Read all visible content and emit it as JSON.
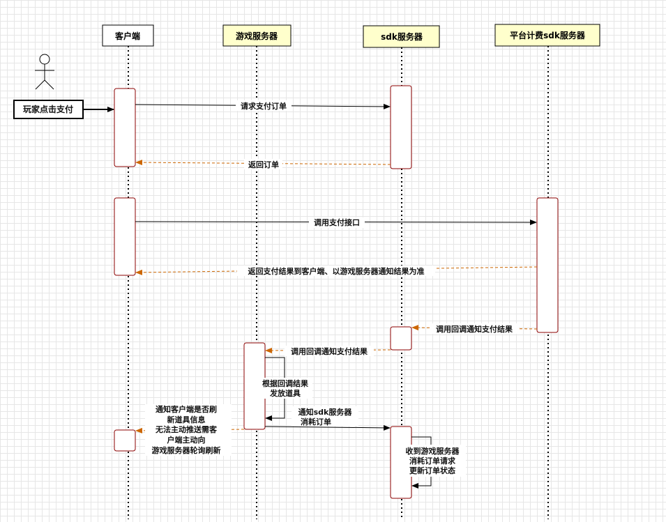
{
  "participants": {
    "client": {
      "label": "客户端",
      "fill": "#ffffff"
    },
    "game_server": {
      "label": "游戏服务器",
      "fill": "#ffffcc"
    },
    "sdk_server": {
      "label": "sdk服务器",
      "fill": "#ffffcc"
    },
    "billing_server": {
      "label": "平台计费sdk服务器",
      "fill": "#ffffcc"
    }
  },
  "actor": {
    "action_label": "玩家点击支付"
  },
  "messages": {
    "request_order": "请求支付订单",
    "return_order": "返回订单",
    "call_pay_api": "调用支付接口",
    "return_pay_result": "返回支付结果到客户端、以游戏服务器通知结果为准",
    "callback_to_sdk": "调用回调通知支付结果",
    "callback_to_game": "调用回调通知支付结果",
    "notify_sdk_line1": "通知sdk服务器",
    "notify_sdk_line2": "消耗订单"
  },
  "notes": {
    "game_self": [
      "根据回调结果",
      "发放道具"
    ],
    "sdk_self": [
      "收到游戏服务器",
      "消耗订单请求",
      "更新订单状态"
    ],
    "client_note": [
      "通知客户端是否刷",
      "新道具信息",
      "无法主动推送需客",
      "户端主动向",
      "游戏服务器轮询刷新"
    ]
  },
  "colors": {
    "activation_border": "#8b0000",
    "return_arrow": "#cc6600",
    "call_arrow": "#000000"
  }
}
